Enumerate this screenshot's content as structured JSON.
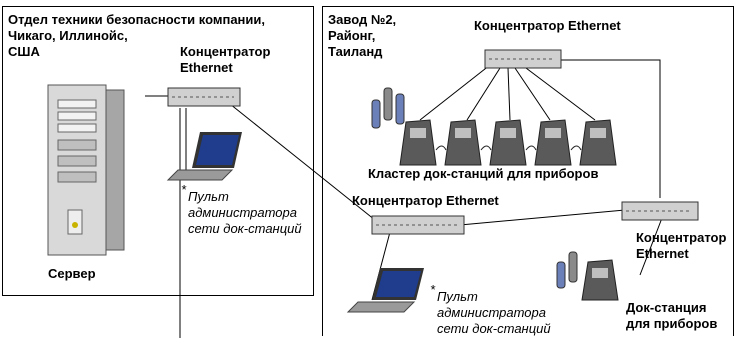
{
  "left_site": {
    "title": "Отдел техники безопасности компании,\nЧикаго, Иллинойс,\nСША",
    "hub_label": "Концентратор\nEthernet",
    "server_label": "Сервер",
    "admin_asterisk": "*",
    "admin_label": "Пульт\nадминистратора\nсети док-станций"
  },
  "right_site": {
    "title": "Завод №2,\nРайонг,\nТаиланд",
    "hub_top_label": "Концентратор Ethernet",
    "cluster_label": "Кластер док-станций для приборов",
    "hub_mid_label": "Концентратор Ethernet",
    "hub_right_label": "Концентратор\nEthernet",
    "admin_asterisk": "*",
    "admin_label": "Пульт\nадминистратора\nсети док-станций",
    "dock_label": "Док-станция\nдля приборов"
  },
  "colors": {
    "device_gray": "#bfbfbf",
    "device_dark": "#5a5a5a",
    "screen_blue": "#1f3d8c",
    "cylinder_blue": "#6b7fb8",
    "line": "#000000"
  }
}
